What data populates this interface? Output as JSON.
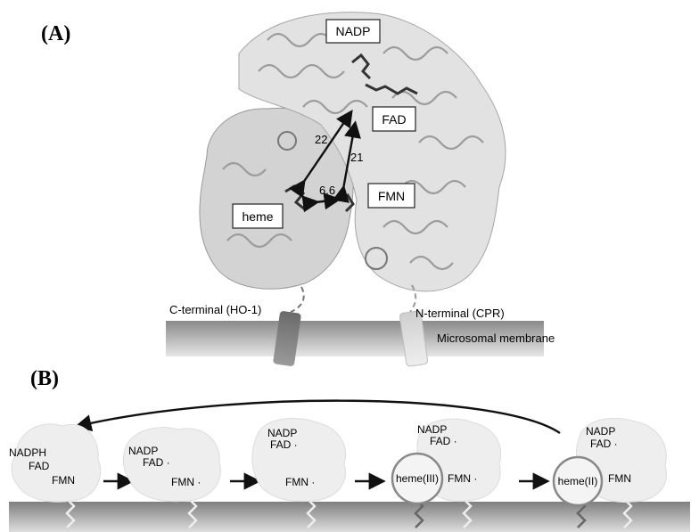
{
  "panel_a": {
    "label": "(A)",
    "boxes": {
      "nadp": "NADP",
      "fad": "FAD",
      "fmn": "FMN",
      "heme": "heme"
    },
    "distances": {
      "heme_fad": "22",
      "fmn_fad": "21",
      "heme_fmn": "6.6"
    },
    "membrane": {
      "c_terminal": "C-terminal (HO-1)",
      "n_terminal": "N-terminal (CPR)",
      "name": "Microsomal membrane"
    }
  },
  "panel_b": {
    "label": "(B)",
    "states": [
      {
        "top": "NADPH",
        "mid": "FAD",
        "fmn": "FMN",
        "heme": ""
      },
      {
        "top": "NADP",
        "mid": "FAD ·",
        "fmn": "FMN ·",
        "heme": ""
      },
      {
        "top": "NADP",
        "mid": "FAD ·",
        "fmn": "FMN ·",
        "heme": ""
      },
      {
        "top": "NADP",
        "mid": "FAD ·",
        "fmn": "FMN ·",
        "heme": "heme(III)"
      },
      {
        "top": "NADP",
        "mid": "FAD ·",
        "fmn": "FMN",
        "heme": "heme(II)"
      }
    ]
  },
  "colors": {
    "membrane_dark": "#7a7a7a",
    "membrane_light": "#d9d9d9",
    "protein_gray": "#c8c8c8",
    "heme_ring": "#888888"
  }
}
